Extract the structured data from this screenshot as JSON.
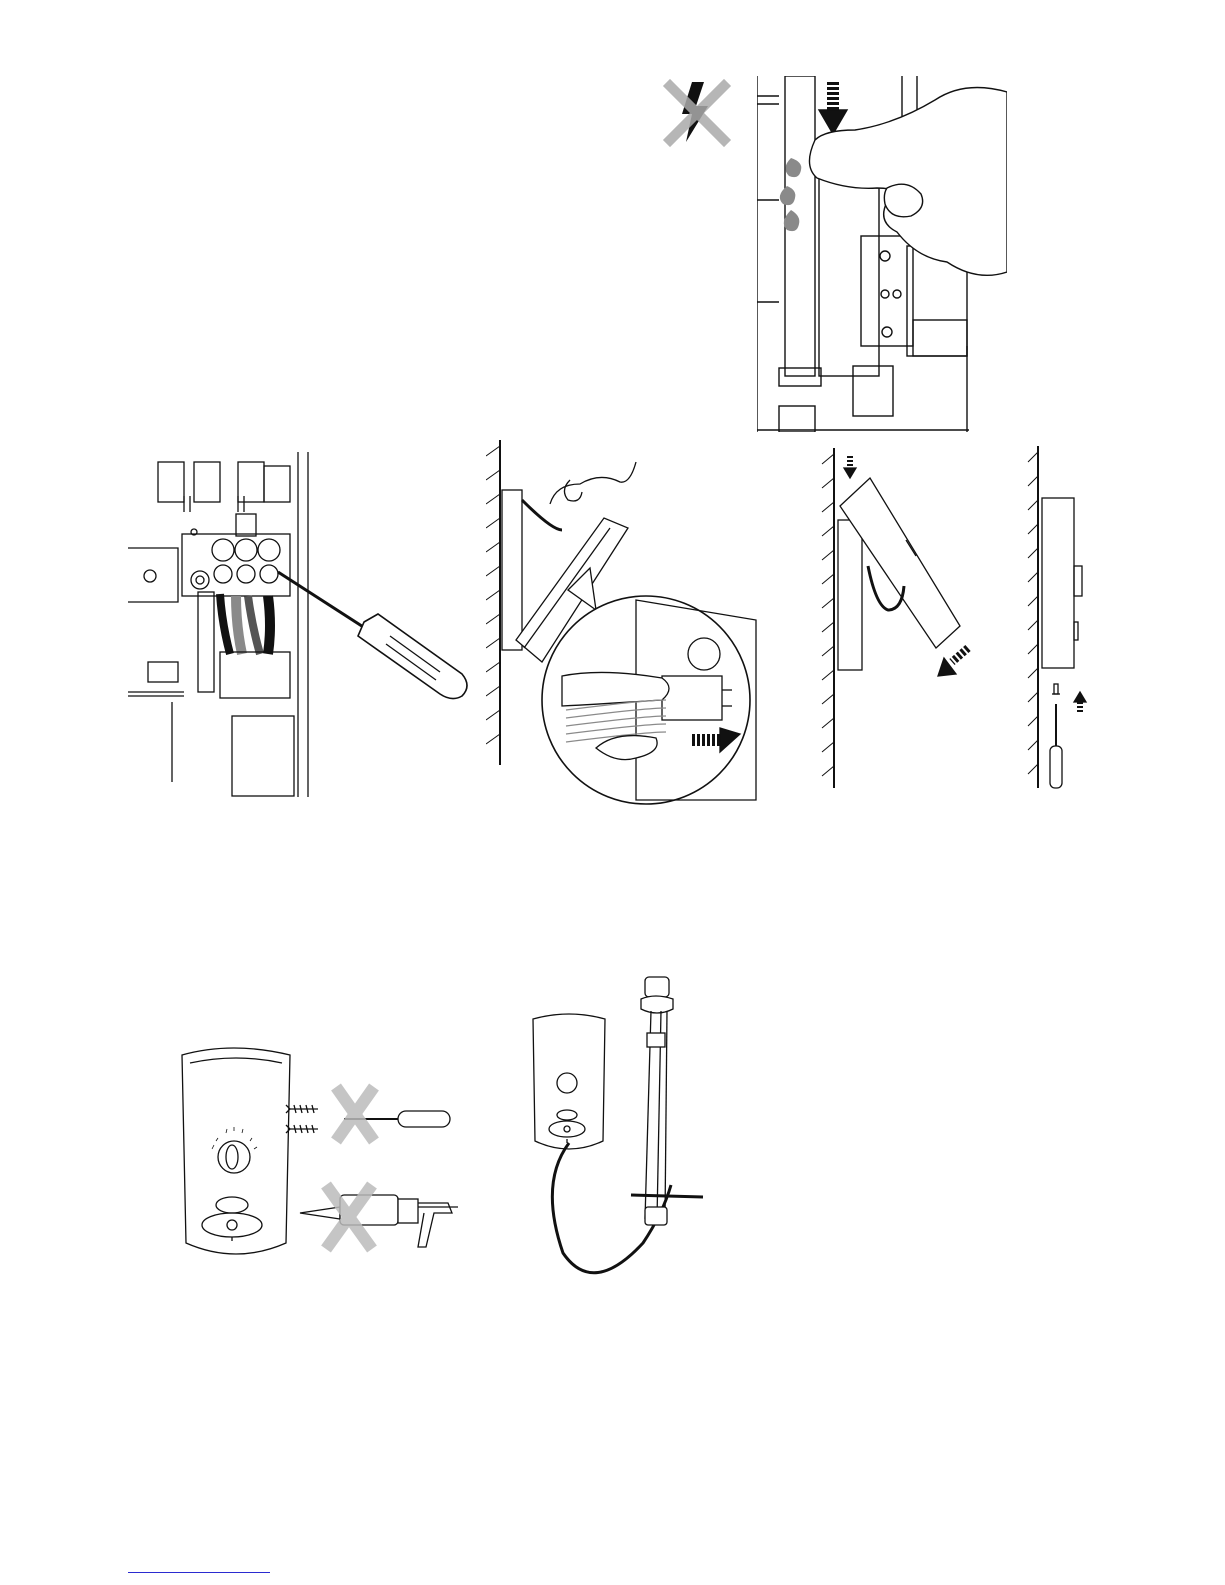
{
  "page": {
    "title": "",
    "figures": [
      {
        "id": "no-power-warning",
        "icon": "no-electricity-icon"
      },
      {
        "id": "pipe-press-fit",
        "icon": "hand-press-pipe"
      },
      {
        "id": "terminal-block",
        "icon": "screwdriver-terminal"
      },
      {
        "id": "connect-ribbon",
        "icon": "hand-plug-connector"
      },
      {
        "id": "lower-cover",
        "icon": "cover-hinge"
      },
      {
        "id": "fix-screw",
        "icon": "screw-up"
      },
      {
        "id": "no-screws-no-sealant",
        "icon": "prohibited-screws-sealant"
      },
      {
        "id": "installed-shower",
        "icon": "shower-kit"
      }
    ],
    "colors": {
      "ink": "#111111",
      "grey": "#8a8a8a",
      "light_grey": "#cfcfcf",
      "link_blue": "#2b2bd0"
    }
  }
}
